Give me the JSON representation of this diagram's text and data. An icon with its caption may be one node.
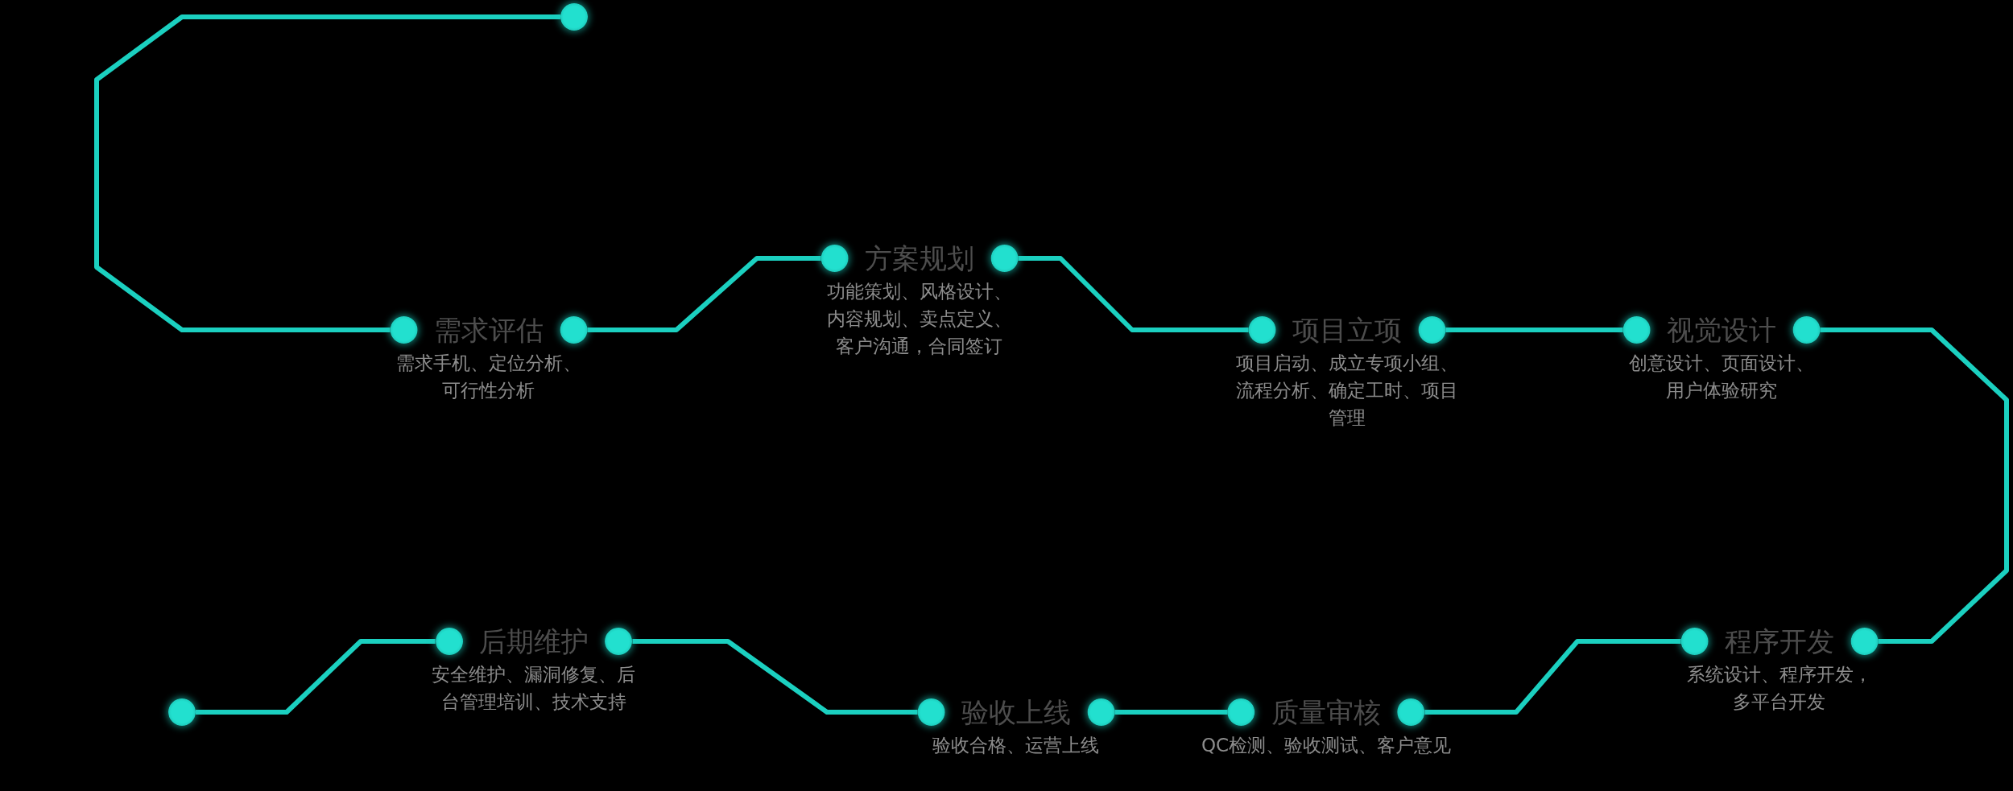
{
  "diagram": {
    "nodes": [
      {
        "text": [],
        "shape": "circle"
      },
      {
        "text": [
          "需求评估",
          "需求手机、定位分析、可行性分析"
        ]
      },
      {
        "text": [
          "方案规划",
          "功能策划、风格设计、内容规划、卖点定义、客户沟通，合同签订"
        ]
      },
      {
        "text": [
          "项目立项",
          "项目启动、成立专项小组、流程分析、确定工时、项目管理"
        ]
      },
      {
        "text": [
          "视觉设计",
          "创意设计、页面设计、用户体验研究"
        ]
      },
      {
        "text": [
          "程序开发",
          "系统设计、程序开发，多平台开发"
        ]
      },
      {
        "text": [
          "质量审核",
          "QC检测、验收测试、客户意见"
        ]
      },
      {
        "text": [
          "验收上线",
          "验收合格、运营上线"
        ]
      },
      {
        "text": [
          "后期维护",
          "安全维护、漏洞修复、后台管理培训、技术支持"
        ]
      },
      {
        "text": [],
        "shape": "circle"
      }
    ],
    "edges": [
      {
        "from": 0,
        "to": 1,
        "arrow": "none"
      },
      {
        "from": 1,
        "to": 2,
        "arrow": "none"
      },
      {
        "from": 2,
        "to": 3,
        "arrow": "none"
      },
      {
        "from": 3,
        "to": 4,
        "arrow": "none"
      },
      {
        "from": 4,
        "to": 5,
        "arrow": "none"
      },
      {
        "from": 5,
        "to": 6,
        "arrow": "none"
      },
      {
        "from": 6,
        "to": 7,
        "arrow": "none"
      },
      {
        "from": 7,
        "to": 8,
        "arrow": "none"
      },
      {
        "from": 8,
        "to": 9,
        "arrow": "none"
      }
    ]
  }
}
